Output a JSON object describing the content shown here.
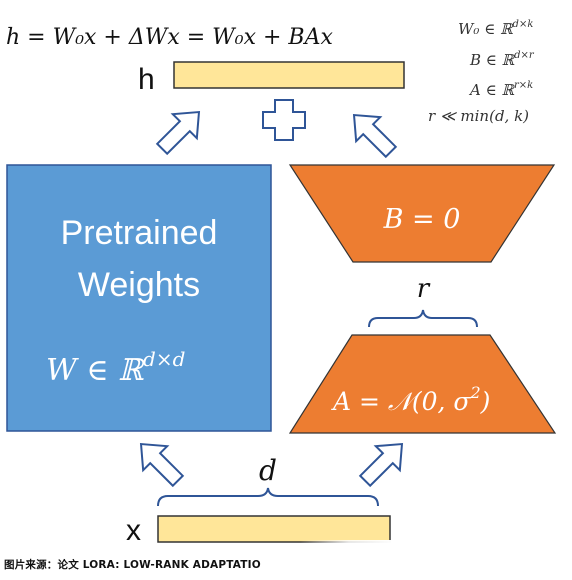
{
  "equation": {
    "main": "h = W₀x + ΔWx = W₀x + BAx",
    "defs": [
      "W₀ ∈ ℝ",
      "B ∈ ℝ",
      "A ∈ ℝ",
      "r ≪ min(d, k)"
    ],
    "def_sups": [
      "d×k",
      "d×r",
      "r×k",
      ""
    ]
  },
  "labels": {
    "h": "h",
    "x": "x",
    "pretrained_line1": "Pretrained",
    "pretrained_line2": "Weights",
    "w_formula": "W ∈ ℝ",
    "w_sup": "d×d",
    "b_formula": "B = 0",
    "a_formula": "A = 𝒩(0, σ",
    "a_sup": "2",
    "a_close": ")",
    "r": "r",
    "d": "d"
  },
  "footer": "图片来源：论文 LORA: LOW-RANK ADAPTATIO",
  "colors": {
    "blue": "#5B9BD5",
    "orange": "#ED7D31",
    "yellow": "#FFE699",
    "outline": "#2F5597"
  }
}
